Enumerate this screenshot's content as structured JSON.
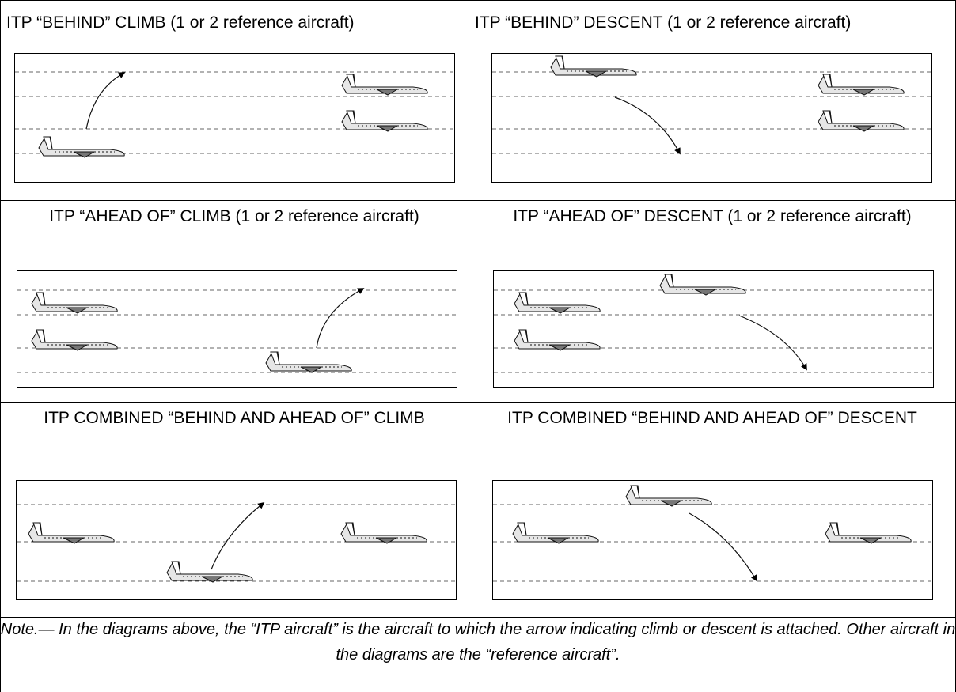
{
  "cells": [
    {
      "id": "behind-climb",
      "title": "ITP “BEHIND” CLIMB (1 or 2 reference aircraft)",
      "maneuver": "climb",
      "aircraft_icon": "airplane-icon",
      "reference_aircraft_count": 2
    },
    {
      "id": "behind-descent",
      "title": "ITP “BEHIND” DESCENT (1 or 2 reference aircraft)",
      "maneuver": "descent",
      "aircraft_icon": "airplane-icon",
      "reference_aircraft_count": 2
    },
    {
      "id": "ahead-climb",
      "title": "ITP “AHEAD OF” CLIMB (1 or 2 reference aircraft)",
      "maneuver": "climb",
      "aircraft_icon": "airplane-icon",
      "reference_aircraft_count": 2
    },
    {
      "id": "ahead-descent",
      "title": "ITP “AHEAD OF” DESCENT (1 or 2 reference aircraft)",
      "maneuver": "descent",
      "aircraft_icon": "airplane-icon",
      "reference_aircraft_count": 2
    },
    {
      "id": "combined-climb",
      "title": "ITP COMBINED “BEHIND AND AHEAD OF” CLIMB",
      "maneuver": "climb",
      "aircraft_icon": "airplane-icon",
      "reference_aircraft_count": 2
    },
    {
      "id": "combined-descent",
      "title": "ITP COMBINED “BEHIND AND AHEAD OF” DESCENT",
      "maneuver": "descent",
      "aircraft_icon": "airplane-icon",
      "reference_aircraft_count": 2
    }
  ],
  "note": "Note.— In the diagrams above, the “ITP aircraft” is the aircraft to which the arrow indicating climb or descent is attached. Other aircraft in the diagrams are the “reference aircraft”."
}
